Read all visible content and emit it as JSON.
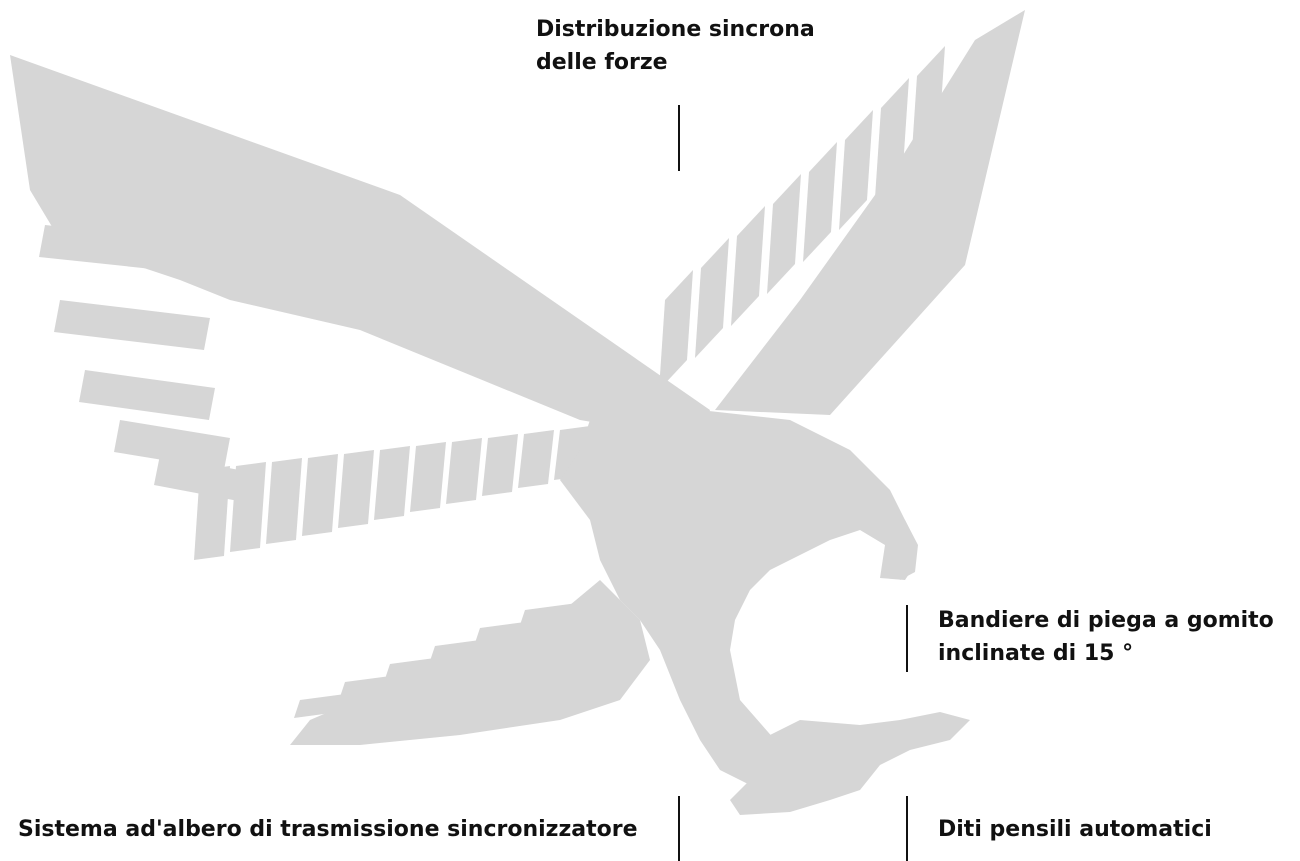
{
  "labels": {
    "top": {
      "line1": "Distribuzione sincrona",
      "line2": "delle forze"
    },
    "right": {
      "line1": "Bandiere di piega a gomito",
      "line2": "inclinate di 15 °"
    },
    "bottom_left": {
      "text": "Sistema ad'albero di trasmissione sincronizzatore"
    },
    "bottom_right": {
      "text": "Diti pensili automatici"
    }
  },
  "colors": {
    "silhouette": "#d6d6d6",
    "text": "#111111",
    "background": "#ffffff"
  },
  "illustration": "eagle-silhouette"
}
